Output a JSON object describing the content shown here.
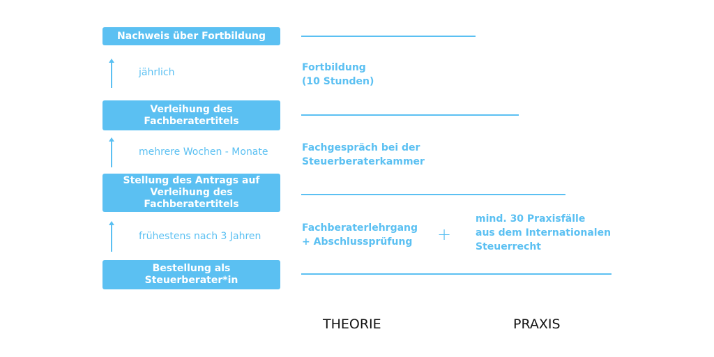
{
  "steps": [
    {
      "label": "Nachweis über Fortbildung"
    },
    {
      "label": "Verleihung des\nFachberatertitels"
    },
    {
      "label": "Stellung des Antrags auf\nVerleihung des Fachberatertitels"
    },
    {
      "label": "Bestellung als\nSteuerberater*in"
    }
  ],
  "intervals": [
    {
      "label": "jährlich"
    },
    {
      "label": "mehrere Wochen - Monate"
    },
    {
      "label": "frühestens nach 3 Jahren"
    }
  ],
  "requirements": {
    "fortbildung": "Fortbildung\n(10 Stunden)",
    "fachgespraech": "Fachgespräch bei der\nSteuerberaterkammer",
    "lehrgang": "Fachberaterlehrgang\n+ Abschlussprüfung",
    "plus": "+",
    "praxisfaelle": "mind. 30 Praxisfälle\naus dem Internationalen\nSteuerrecht"
  },
  "columns": {
    "theorie": "THEORIE",
    "praxis": "PRAXIS"
  },
  "colors": {
    "accent": "#5bc0f2",
    "text_dark": "#111111"
  }
}
